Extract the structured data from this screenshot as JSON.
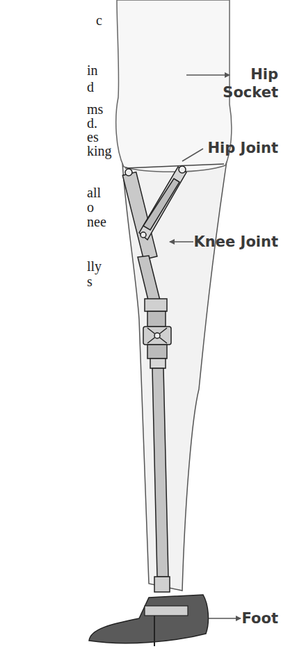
{
  "diagram": {
    "labels": [
      "c",
      "in",
      "Hip Socket",
      "d",
      "ms",
      "d.",
      "es",
      "Hip Joint",
      "king",
      "all",
      "o",
      "nee",
      "Knee Joint",
      "lly",
      "s",
      "Foot"
    ]
  }
}
